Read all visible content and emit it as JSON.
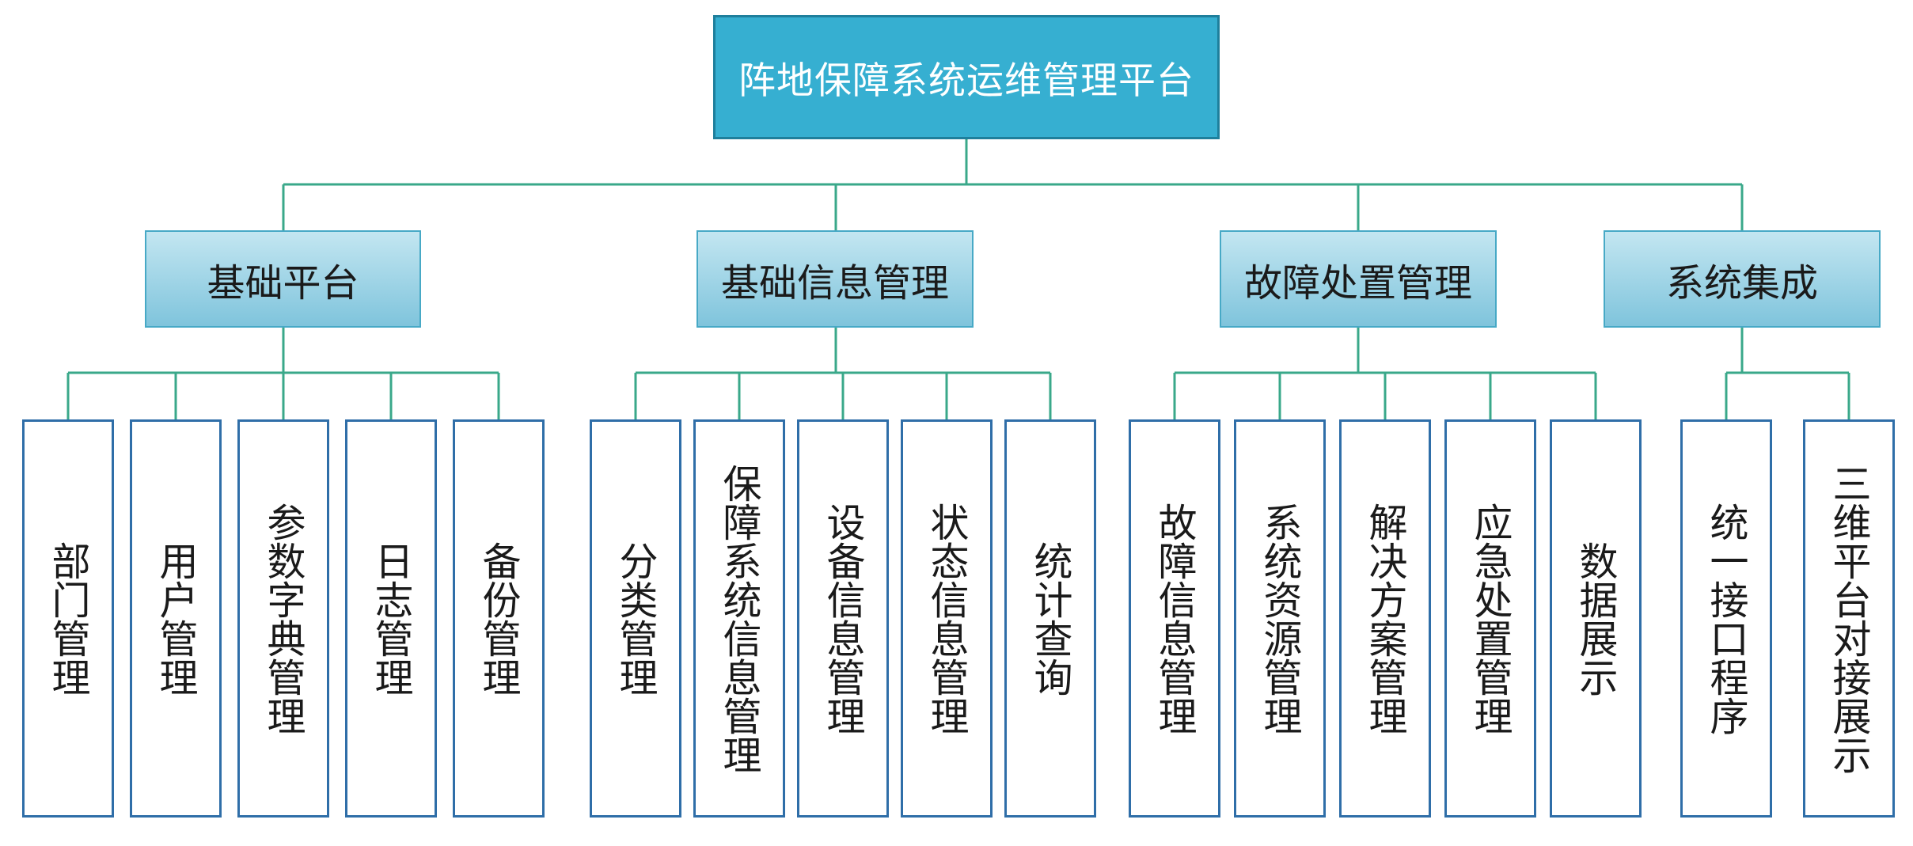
{
  "root": {
    "label": "阵地保障系统运维管理平台"
  },
  "modules": [
    {
      "label": "基础平台",
      "items": [
        "部门管理",
        "用户管理",
        "参数字典管理",
        "日志管理",
        "备份管理"
      ]
    },
    {
      "label": "基础信息管理",
      "items": [
        "分类管理",
        "保障系统信息管理",
        "设备信息管理",
        "状态信息管理",
        "统计查询"
      ]
    },
    {
      "label": "故障处置管理",
      "items": [
        "故障信息管理",
        "系统资源管理",
        "解决方案管理",
        "应急处置管理",
        "数据展示"
      ]
    },
    {
      "label": "系统集成",
      "items": [
        "统一接口程序",
        "三维平台对接展示"
      ]
    }
  ],
  "colors": {
    "connector": "#3aa88a",
    "root_fill": "#36afd1",
    "leaf_border": "#2f6ea8"
  }
}
